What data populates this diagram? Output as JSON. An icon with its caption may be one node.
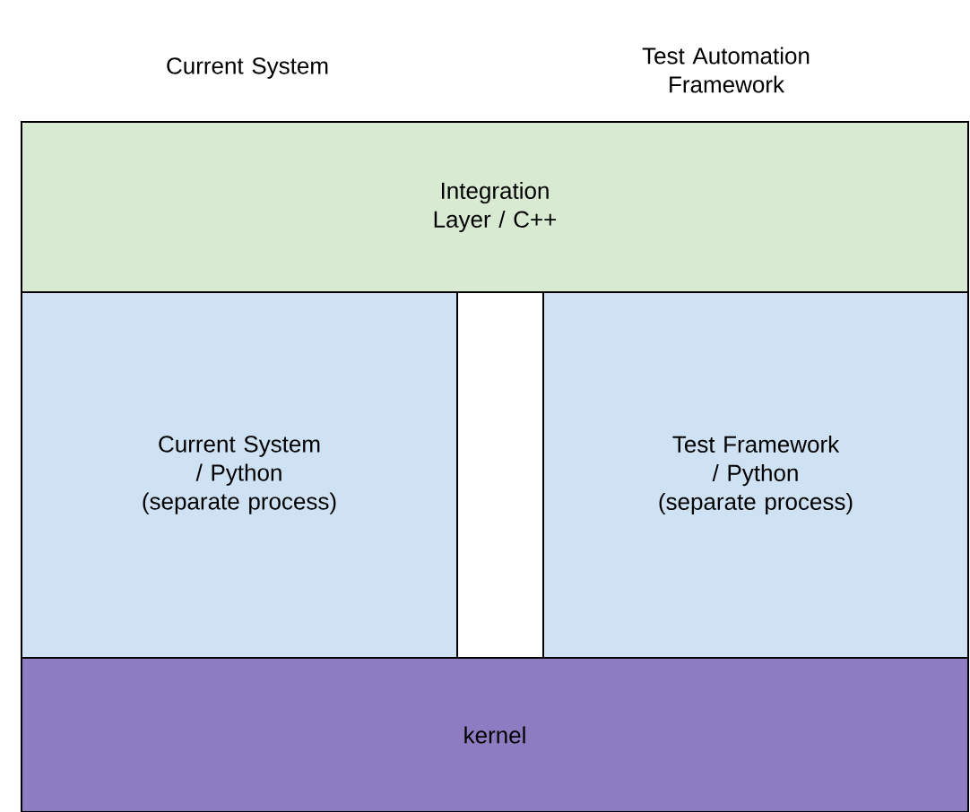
{
  "diagram": {
    "nodes": [
      {
        "text": [
          "Integration Layer / C++"
        ]
      },
      {
        "text": [
          "Current System / Python",
          "(separate process)"
        ]
      },
      {
        "text": [
          "Test Framework / Python",
          "(separate process)"
        ]
      },
      {
        "text": [
          "kernel"
        ]
      }
    ],
    "labels": [
      "Current System",
      "Test Automation Framework"
    ]
  }
}
